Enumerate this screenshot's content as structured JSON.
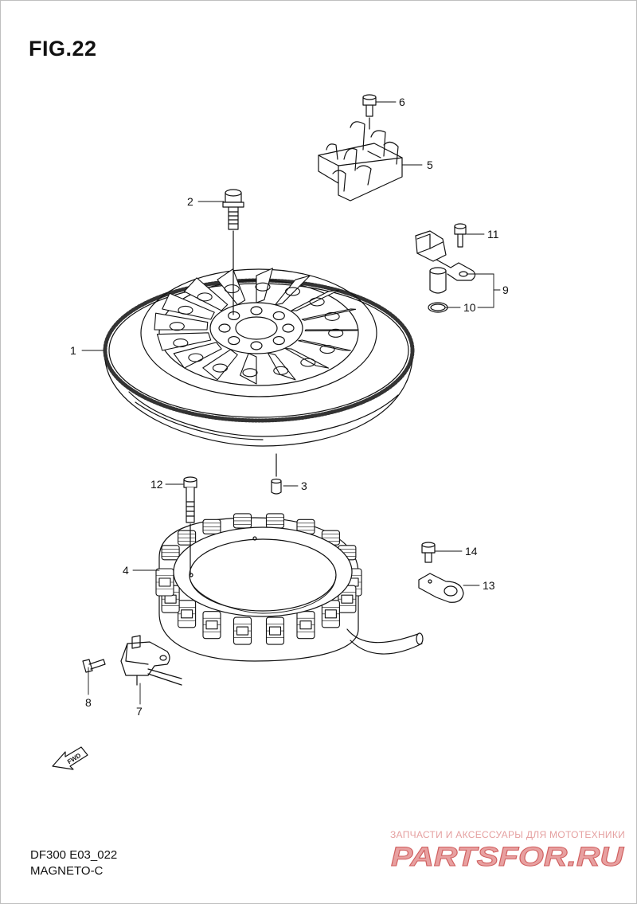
{
  "figure": {
    "title": "FIG.22"
  },
  "footer": {
    "code": "DF300 E03_022",
    "name": "MAGNETO-C"
  },
  "direction_badge": {
    "text": "FWD"
  },
  "watermark": {
    "tagline": "ЗАПЧАСТИ И АКСЕССУАРЫ ДЛЯ МОТОТЕХНИКИ",
    "logo_text": "PARTSFOR.RU",
    "color": "#e25a5a"
  },
  "callouts": {
    "c1": "1",
    "c2": "2",
    "c3": "3",
    "c4": "4",
    "c5": "5",
    "c6": "6",
    "c7": "7",
    "c8": "8",
    "c9": "9",
    "c10": "10",
    "c11": "11",
    "c12": "12",
    "c13": "13",
    "c14": "14"
  }
}
